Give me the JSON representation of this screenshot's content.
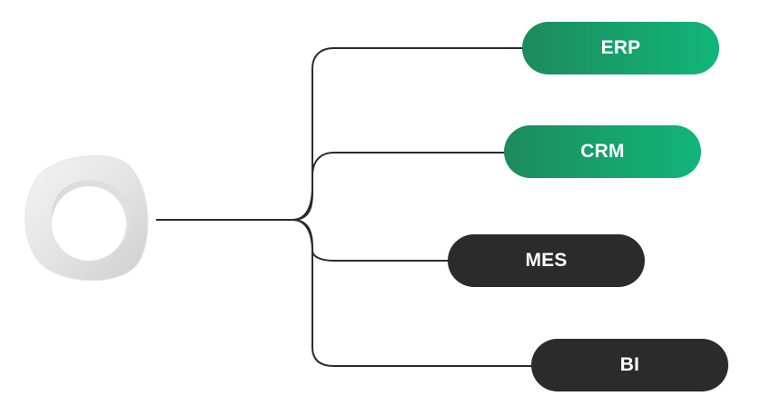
{
  "hub": {
    "icon": "ring-logo-icon"
  },
  "colors": {
    "connector": "#2b2b2b",
    "green_start": "#1d8a5c",
    "green_end": "#11b57a",
    "dark": "#2b2b2b"
  },
  "nodes": [
    {
      "label": "ERP",
      "style": "green"
    },
    {
      "label": "CRM",
      "style": "green"
    },
    {
      "label": "MES",
      "style": "dark"
    },
    {
      "label": "BI",
      "style": "dark"
    }
  ]
}
